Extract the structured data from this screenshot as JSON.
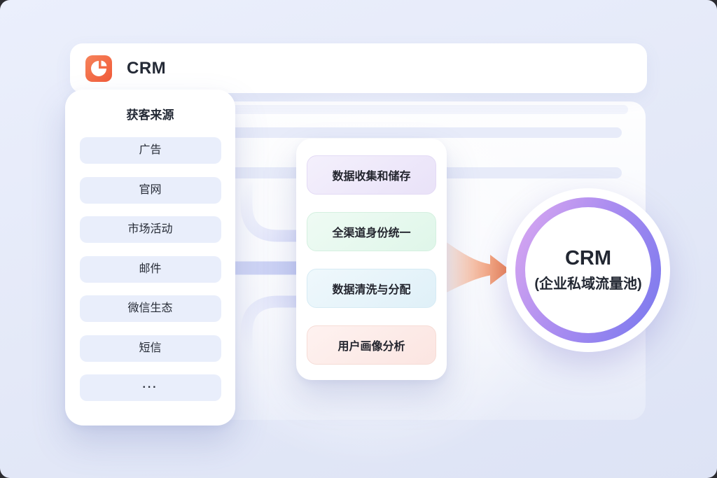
{
  "header": {
    "app_title": "CRM"
  },
  "sources_panel": {
    "title": "获客来源",
    "items": [
      "广告",
      "官网",
      "市场活动",
      "邮件",
      "微信生态",
      "短信",
      "···"
    ]
  },
  "process_panel": {
    "items": [
      {
        "label": "数据收集和储存",
        "color": "#EDE7FA"
      },
      {
        "label": "全渠道身份统一",
        "color": "#E6F8EE"
      },
      {
        "label": "数据清洗与分配",
        "color": "#E6F3FA"
      },
      {
        "label": "用户画像分析",
        "color": "#FCECE9"
      }
    ]
  },
  "result_circle": {
    "title": "CRM",
    "subtitle": "(企业私域流量池)"
  },
  "icons": {
    "app_icon": "pie-chart-icon",
    "arrow": "flow-arrow-right"
  },
  "colors": {
    "page_background": "#E4E9F8",
    "accent_orange": "#F2663F",
    "arrow_orange": "#EE7F4C",
    "connector_lavender": "#C6CDF3",
    "ring_gradient_start": "#DCA9F1",
    "ring_gradient_end": "#7778EE",
    "chip_background": "#E9EEFB",
    "text_dark": "#23252E"
  }
}
